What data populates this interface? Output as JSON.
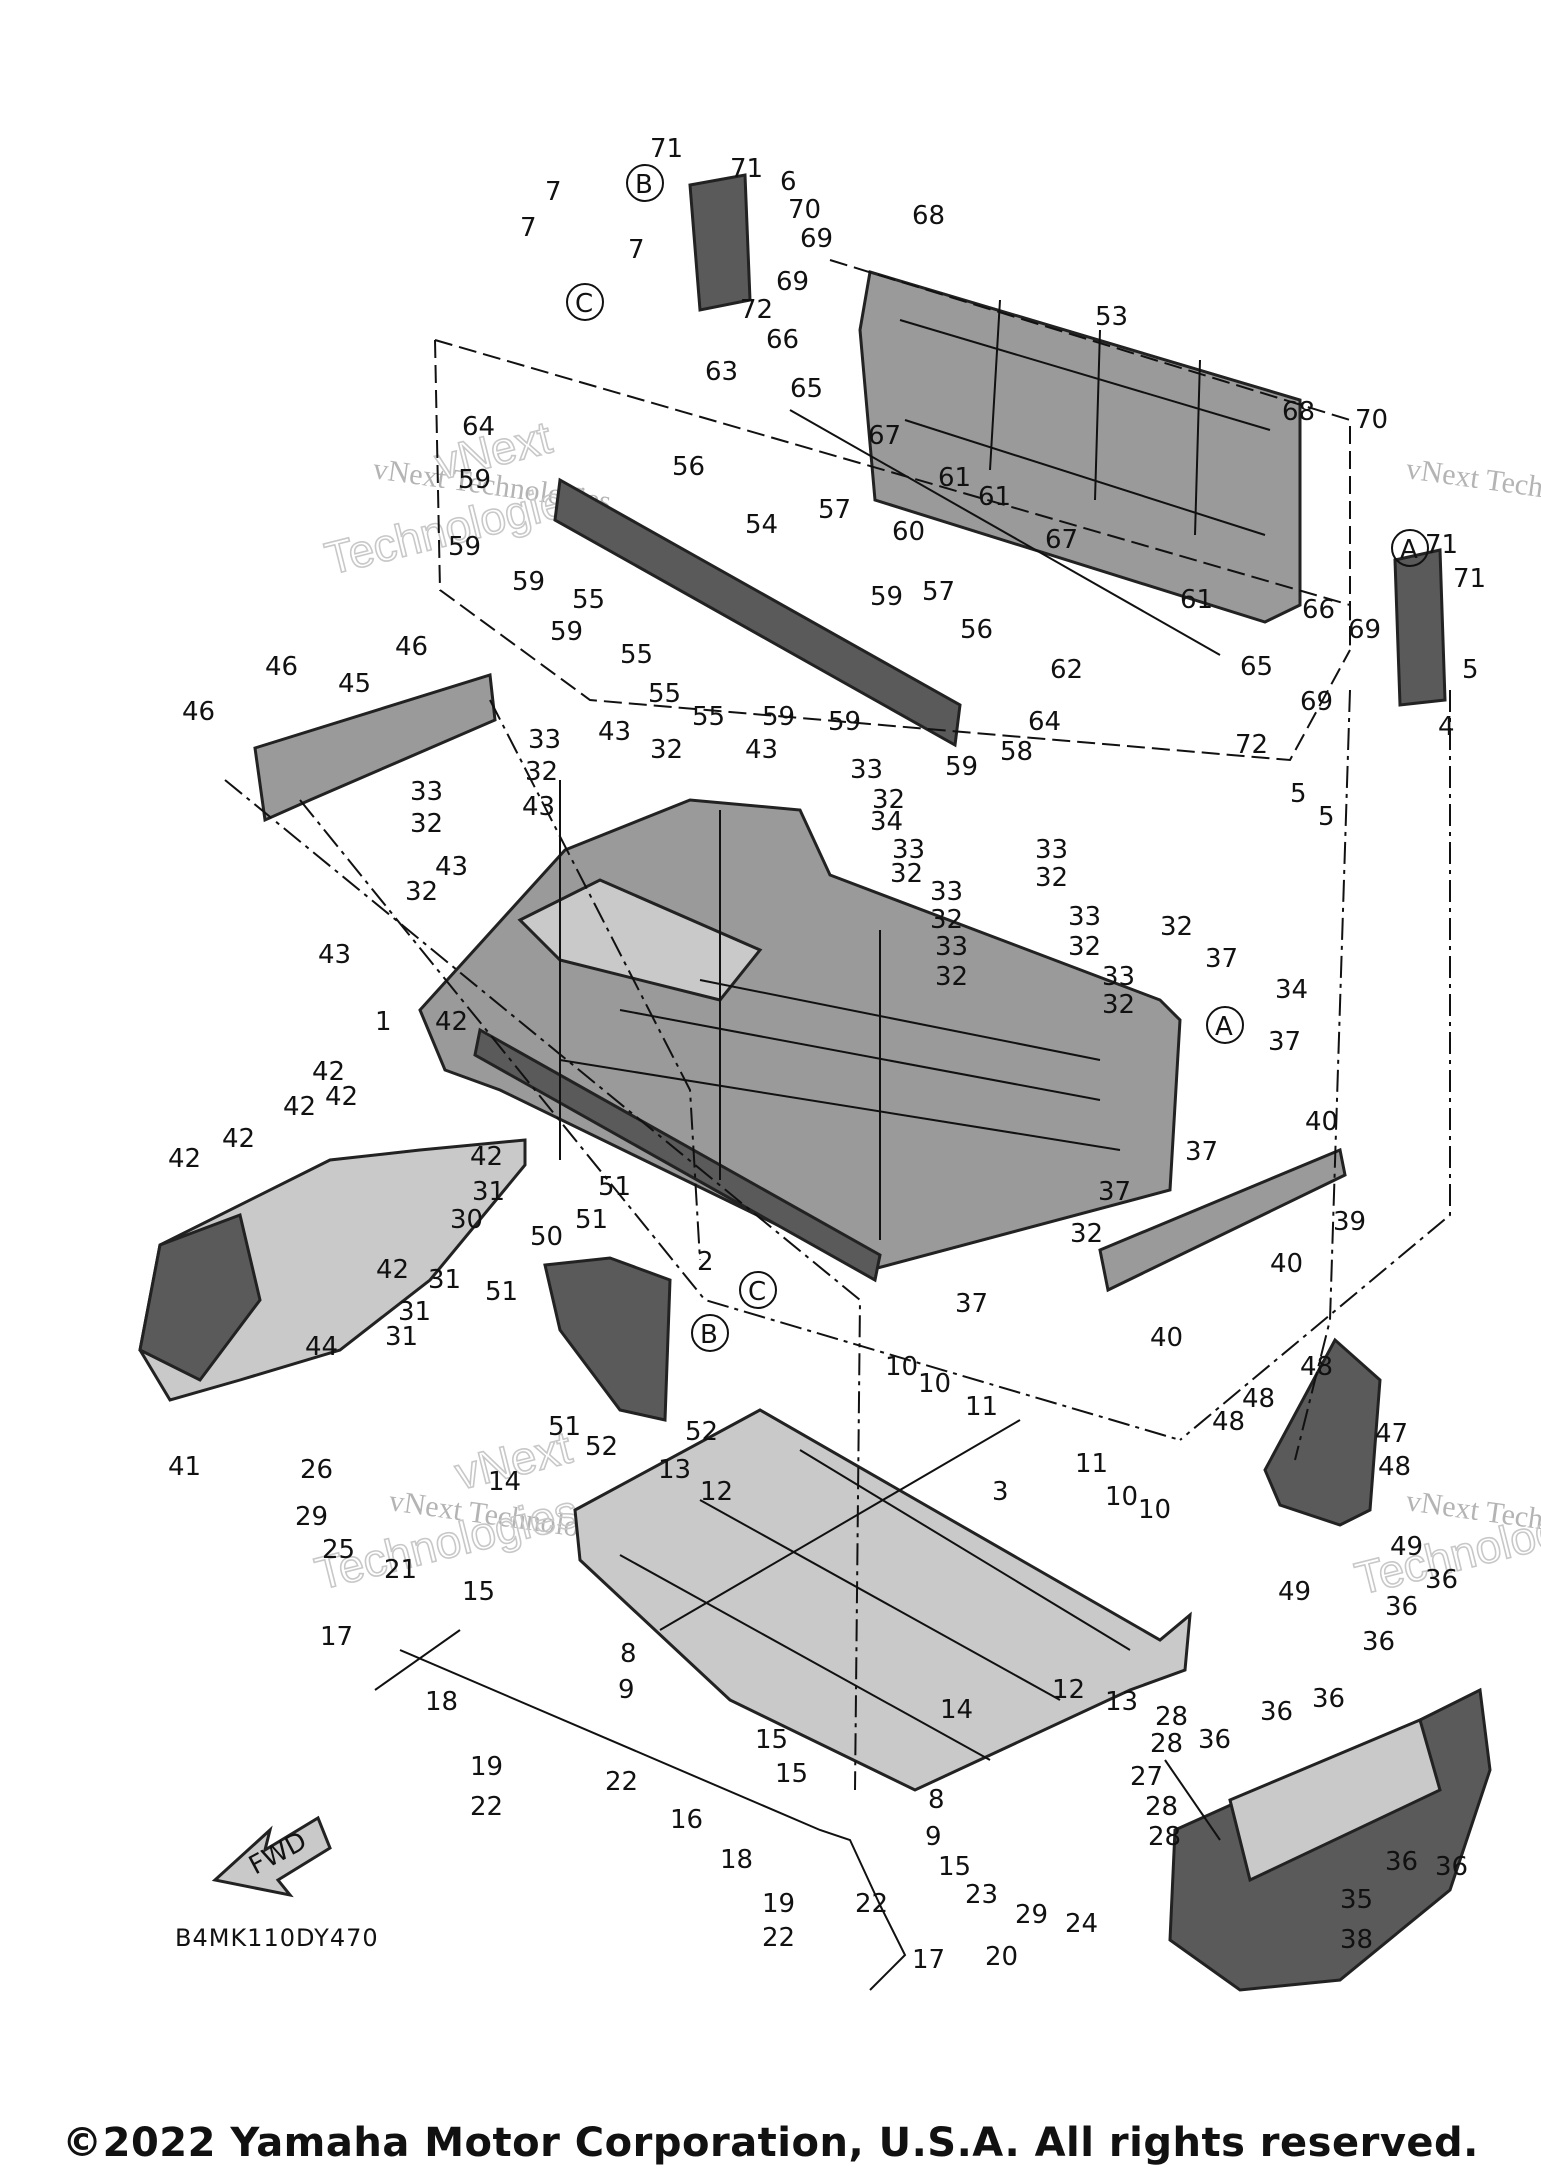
{
  "diagram_code": "B4MK110DY470",
  "copyright": "©2022 Yamaha Motor Corporation, U.S.A. All rights reserved.",
  "fwd_label": "FWD",
  "watermark": {
    "line1": "vNext Technologies",
    "line2": "vNext",
    "line3": "Technologies"
  },
  "ref_letters": [
    "A",
    "B",
    "C"
  ],
  "callouts": [
    "1",
    "2",
    "3",
    "4",
    "5",
    "6",
    "7",
    "8",
    "9",
    "10",
    "11",
    "12",
    "13",
    "14",
    "15",
    "16",
    "17",
    "18",
    "19",
    "20",
    "21",
    "22",
    "23",
    "24",
    "25",
    "26",
    "27",
    "28",
    "29",
    "30",
    "31",
    "32",
    "33",
    "34",
    "35",
    "36",
    "37",
    "38",
    "39",
    "40",
    "41",
    "42",
    "43",
    "44",
    "45",
    "46",
    "47",
    "48",
    "49",
    "50",
    "51",
    "52",
    "53",
    "54",
    "55",
    "56",
    "57",
    "58",
    "59",
    "60",
    "61",
    "62",
    "63",
    "64",
    "65",
    "66",
    "67",
    "68",
    "69",
    "70",
    "71",
    "72"
  ],
  "colors": {
    "line": "#111111",
    "shade_mid": "#9a9a9a",
    "shade_dark": "#5a5a5a",
    "watermark": "#b4b4b4"
  }
}
